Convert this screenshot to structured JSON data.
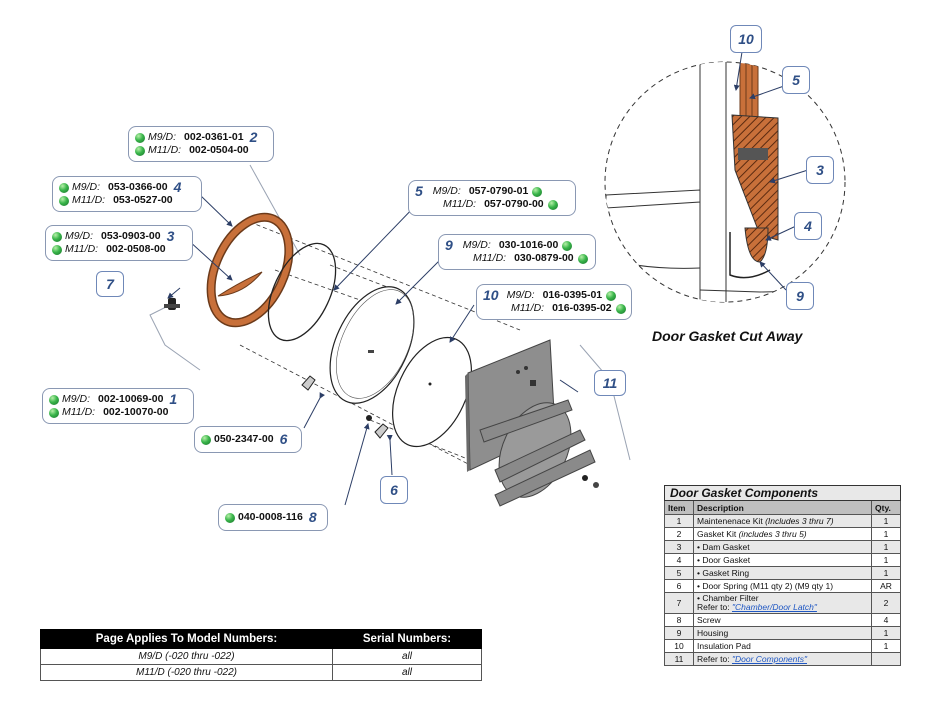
{
  "callouts": {
    "c2": {
      "item": "2",
      "rows": [
        {
          "model": "M9/D:",
          "part": "002-0361-01"
        },
        {
          "model": "M11/D:",
          "part": "002-0504-00"
        }
      ]
    },
    "c4": {
      "item": "4",
      "rows": [
        {
          "model": "M9/D:",
          "part": "053-0366-00"
        },
        {
          "model": "M11/D:",
          "part": "053-0527-00"
        }
      ]
    },
    "c3": {
      "item": "3",
      "rows": [
        {
          "model": "M9/D:",
          "part": "053-0903-00"
        },
        {
          "model": "M11/D:",
          "part": "002-0508-00"
        }
      ]
    },
    "c5": {
      "item": "5",
      "rows": [
        {
          "model": "M9/D:",
          "part": "057-0790-01"
        },
        {
          "model": "M11/D:",
          "part": "057-0790-00"
        }
      ]
    },
    "c9": {
      "item": "9",
      "rows": [
        {
          "model": "M9/D:",
          "part": "030-1016-00"
        },
        {
          "model": "M11/D:",
          "part": "030-0879-00"
        }
      ]
    },
    "c10": {
      "item": "10",
      "rows": [
        {
          "model": "M9/D:",
          "part": "016-0395-01"
        },
        {
          "model": "M11/D:",
          "part": "016-0395-02"
        }
      ]
    },
    "c1": {
      "item": "1",
      "rows": [
        {
          "model": "M9/D:",
          "part": "002-10069-00"
        },
        {
          "model": "M11/D:",
          "part": "002-10070-00"
        }
      ]
    },
    "c6": {
      "item": "6",
      "part": "050-2347-00"
    },
    "c8": {
      "item": "8",
      "part": "040-0008-116"
    }
  },
  "labels": {
    "n7": "7",
    "n11": "11",
    "n6b": "6",
    "cut10": "10",
    "cut5": "5",
    "cut3": "3",
    "cut4": "4",
    "cut9": "9"
  },
  "cutaway_caption": "Door Gasket Cut Away",
  "components_table": {
    "title": "Door Gasket Components",
    "headers": [
      "Item",
      "Description",
      "Qty."
    ],
    "rows": [
      {
        "item": "1",
        "desc": "Maintenenace Kit",
        "note": "(Includes 3 thru 7)",
        "qty": "1"
      },
      {
        "item": "2",
        "desc": "Gasket Kit",
        "note": "(includes 3 thru 5)",
        "qty": "1"
      },
      {
        "item": "3",
        "desc": "• Dam Gasket",
        "qty": "1"
      },
      {
        "item": "4",
        "desc": "• Door Gasket",
        "qty": "1"
      },
      {
        "item": "5",
        "desc": "• Gasket Ring",
        "qty": "1"
      },
      {
        "item": "6",
        "desc": "• Door Spring (M11 qty 2) (M9 qty 1)",
        "qty": "AR"
      },
      {
        "item": "7",
        "desc": "• Chamber Filter",
        "refer": "Refer to:",
        "link": "\"Chamber/Door Latch\"",
        "qty": "2"
      },
      {
        "item": "8",
        "desc": "Screw",
        "qty": "4"
      },
      {
        "item": "9",
        "desc": "Housing",
        "qty": "1"
      },
      {
        "item": "10",
        "desc": "Insulation Pad",
        "qty": "1"
      },
      {
        "item": "11",
        "refer": "Refer to:",
        "link": "\"Door Components\"",
        "qty": ""
      }
    ]
  },
  "models_table": {
    "headers": [
      "Page Applies To Model Numbers:",
      "Serial Numbers:"
    ],
    "rows": [
      {
        "model": "M9/D (-020 thru -022)",
        "serial": "all"
      },
      {
        "model": "M11/D (-020 thru -022)",
        "serial": "all"
      }
    ]
  },
  "colors": {
    "gasket": "#c8703a",
    "housing": "#8e8e8e",
    "callout_border": "#8a98b3",
    "number": "#2f4f86",
    "dot": "#39b54a"
  }
}
